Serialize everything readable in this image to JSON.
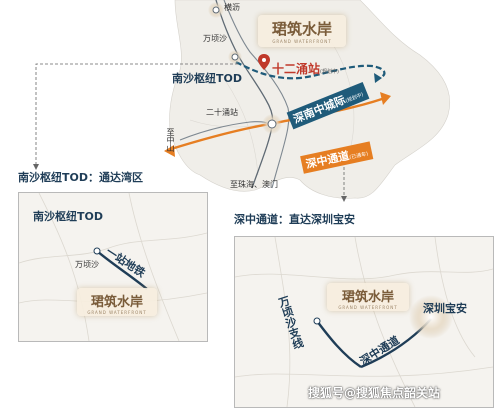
{
  "main_map": {
    "places": {
      "top_station": "横沥",
      "wanqingsha": "万顷沙",
      "nansha_tod": "南沙枢纽TOD",
      "ershi_station": "二十涌站",
      "xiang_zhongshan": "至中山",
      "xiang_zhuhai_macau": "至珠海、澳门"
    },
    "station_12": {
      "name": "十二涌站",
      "note": "(规划中)"
    },
    "brand": {
      "name_cn": "珺筑水岸",
      "name_en": "GRAND WATERFRONT"
    },
    "shenzhong_city_rail": {
      "name": "深南中城际",
      "note": "(规划中)"
    },
    "shenzhong_channel": {
      "name": "深中通道",
      "note": "(已通车)"
    }
  },
  "left_panel": {
    "heading": "南沙枢纽TOD：通达湾区",
    "hub_label": "南沙枢纽TOD",
    "line_label": "一站地铁",
    "origin_label": "万顷沙",
    "brand": {
      "name_cn": "珺筑水岸",
      "name_en": "GRAND WATERFRONT"
    }
  },
  "right_panel": {
    "heading": "深中通道：直达深圳宝安",
    "brand": {
      "name_cn": "珺筑水岸",
      "name_en": "GRAND WATERFRONT"
    },
    "destination": "深圳宝安",
    "branch_label": "万顷沙支线",
    "tunnel_label": "深中通道"
  },
  "watermark": "搜狐号@搜狐焦点韶关站",
  "colors": {
    "rail_blue": "#1f5b7a",
    "channel_orange": "#e67e22",
    "label_navy": "#1f3d57",
    "accent_red": "#c0392b"
  }
}
